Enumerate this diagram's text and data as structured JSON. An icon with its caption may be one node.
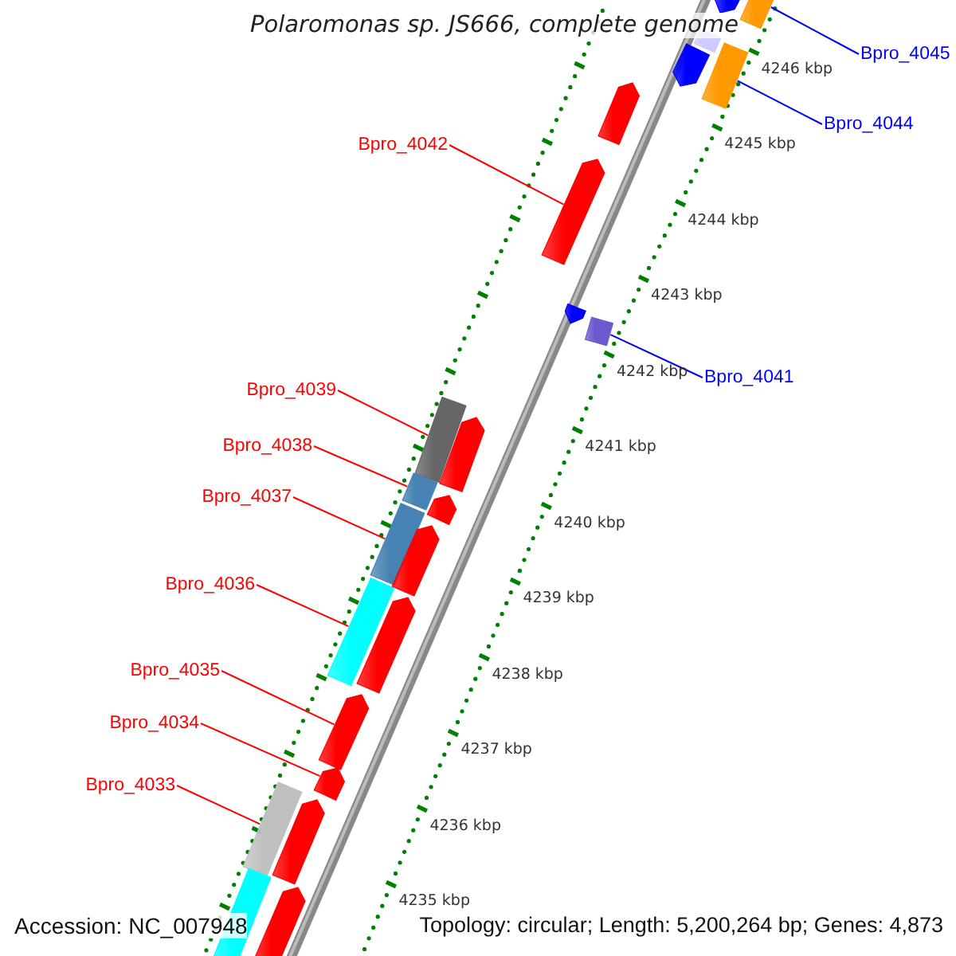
{
  "diagram": {
    "title": "Polaromonas sp. JS666, complete genome",
    "nodes": [
      {
        "text": [
          "Bpro_4045"
        ]
      },
      {
        "text": [],
        "shape": "bar"
      },
      {
        "text": [
          "Bpro_4044"
        ]
      },
      {
        "text": [],
        "shape": "bar"
      },
      {
        "text": [
          "Bpro_4042"
        ]
      },
      {
        "text": [],
        "shape": "bar"
      },
      {
        "text": [
          "Bpro_4041"
        ]
      },
      {
        "text": [],
        "shape": "bar"
      },
      {
        "text": [
          "Bpro_4039"
        ]
      },
      {
        "text": [],
        "shape": "bar"
      },
      {
        "text": [
          "Bpro_4038"
        ]
      },
      {
        "text": [],
        "shape": "bar"
      },
      {
        "text": [
          "Bpro_4037"
        ]
      },
      {
        "text": [],
        "shape": "bar"
      },
      {
        "text": [
          "Bpro_4036"
        ]
      },
      {
        "text": [],
        "shape": "bar"
      },
      {
        "text": [
          "Bpro_4035"
        ]
      },
      {
        "text": [],
        "shape": "bar"
      },
      {
        "text": [
          "Bpro_4034"
        ]
      },
      {
        "text": [],
        "shape": "bar"
      },
      {
        "text": [
          "Bpro_4033"
        ]
      },
      {
        "text": [],
        "shape": "bar"
      },
      {
        "text": [],
        "shape": "bar"
      },
      {
        "text": [],
        "shape": "bar"
      },
      {
        "text": [],
        "shape": "bar"
      },
      {
        "text": [],
        "shape": "bar"
      },
      {
        "text": [],
        "shape": "bar"
      },
      {
        "text": [],
        "shape": "bar"
      },
      {
        "text": [],
        "shape": "bar"
      },
      {
        "text": [],
        "shape": "bar"
      },
      {
        "text": [],
        "shape": "bar"
      },
      {
        "text": [],
        "shape": "bar"
      },
      {
        "text": [],
        "shape": "bar"
      },
      {
        "text": [],
        "shape": "bar"
      }
    ],
    "edges": [
      {
        "from": 0,
        "to": 1,
        "arrow": "none",
        "color": "#0000ff"
      },
      {
        "from": 2,
        "to": 3,
        "arrow": "none",
        "color": "#0000ff"
      },
      {
        "from": 4,
        "to": 5,
        "arrow": "none"
      },
      {
        "from": 6,
        "to": 7,
        "arrow": "none",
        "color": "#0000ff"
      },
      {
        "from": 8,
        "to": 9,
        "arrow": "none"
      },
      {
        "from": 10,
        "to": 11,
        "arrow": "none"
      },
      {
        "from": 12,
        "to": 13,
        "arrow": "none"
      },
      {
        "from": 14,
        "to": 15,
        "arrow": "none"
      },
      {
        "from": 16,
        "to": 17,
        "arrow": "none"
      },
      {
        "from": 18,
        "to": 19,
        "arrow": "none"
      },
      {
        "from": 20,
        "to": 21,
        "arrow": "none"
      }
    ],
    "labels": [
      "4246 kbp",
      "4245 kbp",
      "4244 kbp",
      "4243 kbp",
      "4242 kbp",
      "4241 kbp",
      "4240 kbp",
      "4239 kbp",
      "4238 kbp",
      "4237 kbp",
      "4236 kbp",
      "4235 kbp",
      "Accession: NC_007948",
      "Topology: circular; Length: 5,200,264 bp; Genes: 4,873"
    ]
  }
}
